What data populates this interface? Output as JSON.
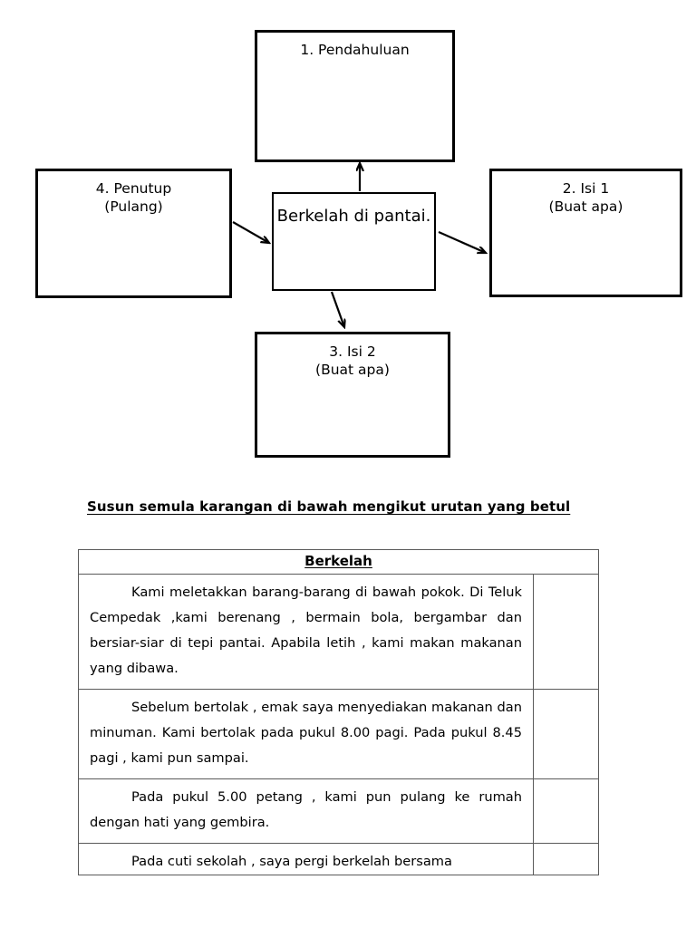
{
  "diagram": {
    "type": "mind-map",
    "center": {
      "id": "center",
      "text": "Berkelah di pantai."
    },
    "nodes": [
      {
        "id": "intro",
        "text": "1.  Pendahuluan",
        "position": "top"
      },
      {
        "id": "isi1",
        "text": "2. Isi 1\n(Buat apa)",
        "position": "right"
      },
      {
        "id": "isi2",
        "text": "3. Isi 2\n(Buat apa)",
        "position": "bottom"
      },
      {
        "id": "penutup",
        "text": "4. Penutup\n(Pulang)",
        "position": "left"
      }
    ],
    "arrows": [
      {
        "from": "center",
        "to": "intro",
        "direction": "up"
      },
      {
        "from": "center",
        "to": "isi1",
        "direction": "right"
      },
      {
        "from": "center",
        "to": "isi2",
        "direction": "down"
      },
      {
        "from": "penutup",
        "to": "center",
        "direction": "right"
      }
    ]
  },
  "instruction": "Susun semula karangan di bawah mengikut urutan yang betul",
  "table": {
    "header": "Berkelah",
    "rows": [
      {
        "text": "Kami meletakkan barang-barang di bawah pokok. Di Teluk Cempedak ,kami berenang , bermain bola, bergambar dan bersiar-siar di tepi pantai. Apabila letih , kami makan makanan yang dibawa.",
        "answer": ""
      },
      {
        "text": "Sebelum bertolak , emak saya menyediakan makanan dan minuman. Kami bertolak pada pukul 8.00 pagi. Pada pukul 8.45 pagi , kami pun sampai.",
        "answer": ""
      },
      {
        "text": "Pada pukul 5.00 petang , kami pun pulang ke rumah dengan hati yang gembira.",
        "answer": ""
      },
      {
        "text": "Pada cuti sekolah , saya  pergi berkelah bersama",
        "answer": ""
      }
    ]
  },
  "colors": {
    "page_background": "#ffffff",
    "ink": "#000000",
    "table_border": "#5a5a5a"
  }
}
